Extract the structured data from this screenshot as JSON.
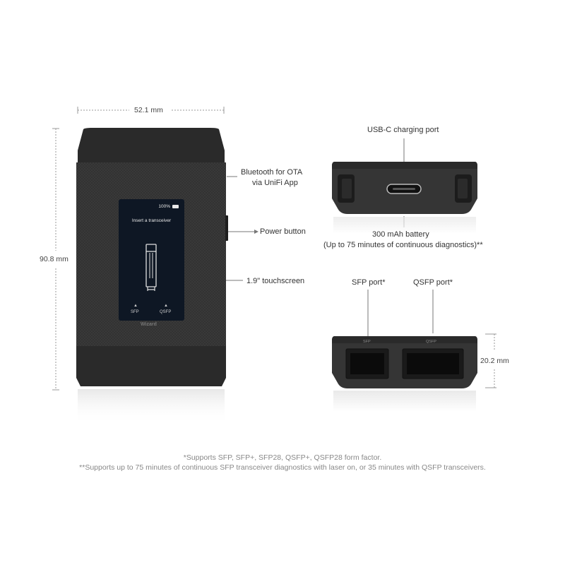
{
  "dimensions": {
    "width": "52.1 mm",
    "height": "90.8 mm",
    "depth": "20.2 mm"
  },
  "screen": {
    "battery": "100%",
    "prompt": "Insert a transceiver",
    "left_button": "SFP",
    "right_button": "QSFP",
    "brand": "Wizard"
  },
  "callouts": {
    "bluetooth": "Bluetooth for OTA",
    "bluetooth_sub": "via UniFi App",
    "power": "Power button",
    "touchscreen": "1.9\" touchscreen",
    "usbc": "USB-C charging port",
    "battery": "300 mAh battery",
    "battery_sub": "(Up to 75 minutes of continuous diagnostics)**",
    "sfp_port": "SFP port*",
    "qsfp_port": "QSFP port*",
    "sfp_engraving": "SFP",
    "qsfp_engraving": "QSFP"
  },
  "footnotes": {
    "line1": "*Supports SFP, SFP+, SFP28, QSFP+, QSFP28 form factor.",
    "line2": "**Supports up to 75 minutes of continuous SFP transceiver diagnostics with laser on, or 35 minutes with QSFP transceivers."
  },
  "colors": {
    "body": "#2e2e2e",
    "body_dark": "#222222",
    "screen": "#0d1622",
    "line": "#888888"
  }
}
